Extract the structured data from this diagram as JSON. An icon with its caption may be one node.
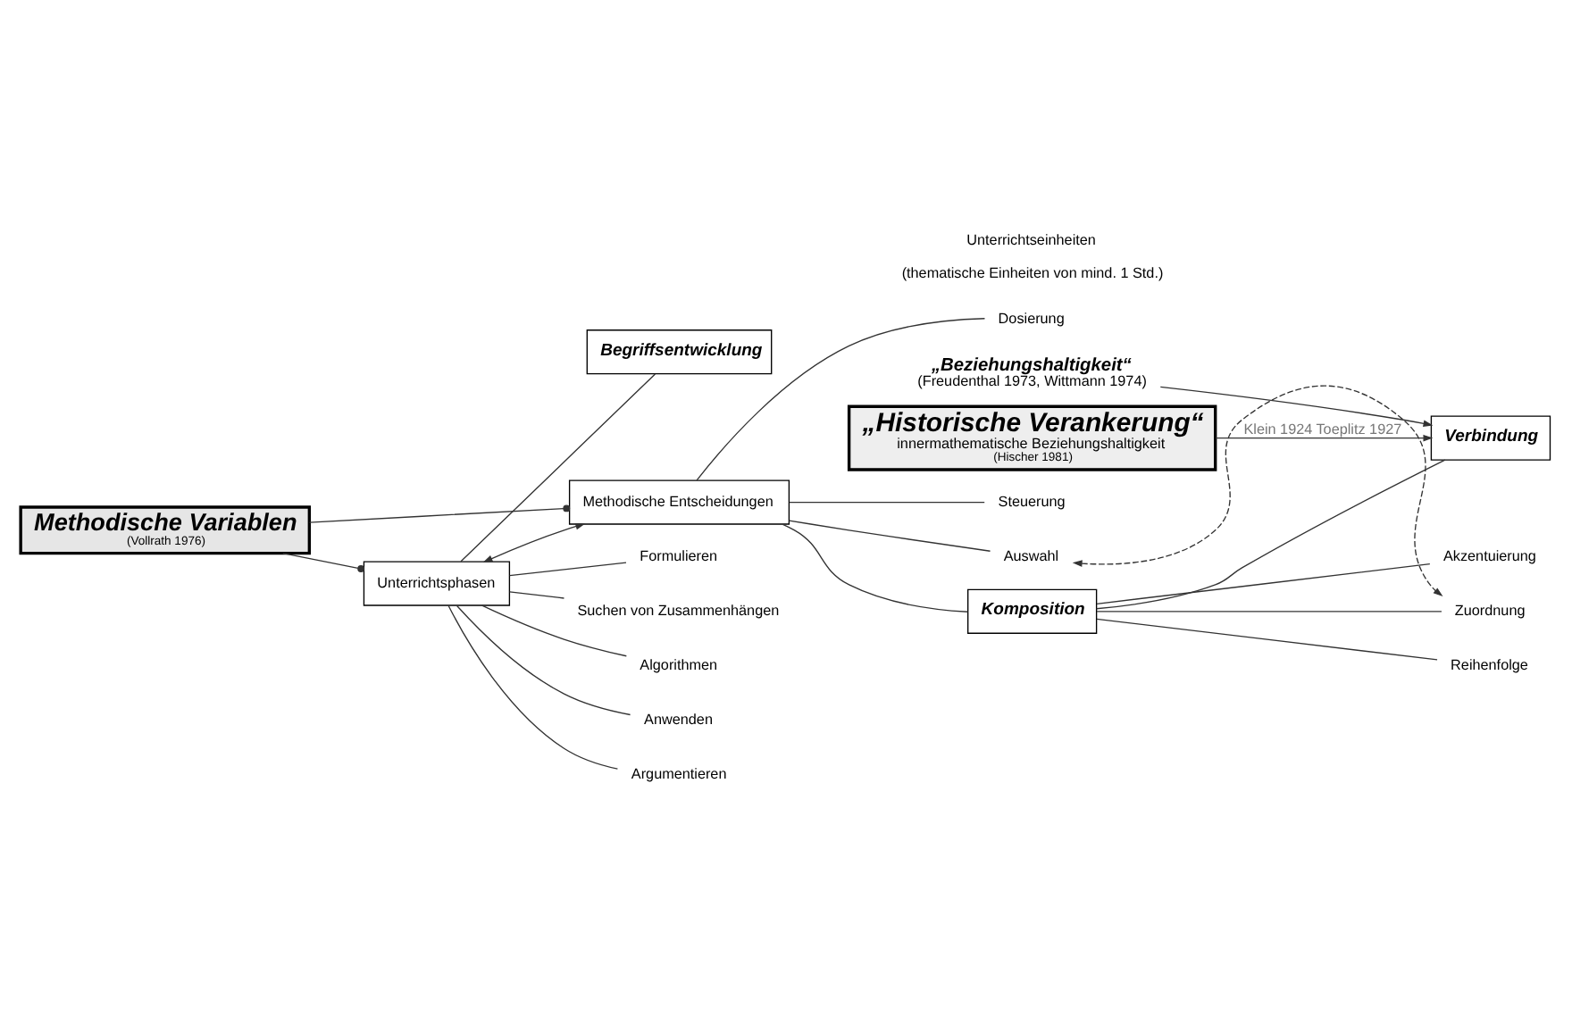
{
  "diagram": {
    "nodes": [
      {
        "text": [
          "Methodische Variablen",
          "(Vollrath 1976)"
        ]
      },
      {
        "text": [
          "Unterrichtsphasen"
        ]
      },
      {
        "text": [
          "Methodische Entscheidungen"
        ]
      },
      {
        "text": [
          "Algorithmen"
        ]
      },
      {
        "text": [
          "Anwenden"
        ]
      },
      {
        "text": [
          "Argumentieren"
        ]
      },
      {
        "text": [
          "Begriffsentwicklung"
        ]
      },
      {
        "text": [
          "Formulieren"
        ]
      },
      {
        "text": [
          "Suchen von Zusammenhängen"
        ]
      },
      {
        "text": [
          "Auswahl"
        ]
      },
      {
        "text": [
          "Dosierung"
        ]
      },
      {
        "text": [
          "Komposition"
        ]
      },
      {
        "text": [
          "Steuerung"
        ]
      },
      {
        "text": [
          "Zuordnung"
        ]
      },
      {
        "text": [
          "Reihenfolge"
        ]
      },
      {
        "text": [
          "Verbindung"
        ]
      },
      {
        "text": [
          "Akzentuierung"
        ]
      },
      {
        "text": [
          "„Beziehungshaltigkeit“",
          "(Freudenthal 1973, Wittmann 1974)"
        ]
      },
      {
        "text": [
          "„Historische Verankerung“",
          "innermathematische Beziehungshaltigkeit",
          "(Hischer 1981)"
        ]
      }
    ],
    "edges": [
      {
        "from": 0,
        "to": 1,
        "arrow": "other"
      },
      {
        "from": 0,
        "to": 2,
        "arrow": "other"
      },
      {
        "from": 1,
        "to": 2,
        "arrow": "both"
      },
      {
        "from": 1,
        "to": 3,
        "arrow": "none"
      },
      {
        "from": 1,
        "to": 4,
        "arrow": "none"
      },
      {
        "from": 1,
        "to": 5,
        "arrow": "none"
      },
      {
        "from": 1,
        "to": 6,
        "arrow": "none"
      },
      {
        "from": 1,
        "to": 7,
        "arrow": "none"
      },
      {
        "from": 1,
        "to": 8,
        "arrow": "none"
      },
      {
        "from": 2,
        "to": 9,
        "arrow": "none"
      },
      {
        "from": 2,
        "to": 10,
        "arrow": "none"
      },
      {
        "from": 2,
        "to": 11,
        "arrow": "none"
      },
      {
        "from": 2,
        "to": 12,
        "arrow": "none"
      },
      {
        "from": 11,
        "to": 13,
        "arrow": "none"
      },
      {
        "from": 11,
        "to": 14,
        "arrow": "none"
      },
      {
        "from": 11,
        "to": 15,
        "arrow": "none"
      },
      {
        "from": 11,
        "to": 16,
        "arrow": "none"
      },
      {
        "from": 9,
        "to": 13,
        "arrow": "both",
        "style": "dashed"
      },
      {
        "from": 17,
        "to": 15,
        "arrow": "to"
      },
      {
        "from": 18,
        "to": 15,
        "arrow": "to",
        "label": "Klein 1924 Toeplitz 1927"
      }
    ],
    "labels": [
      "Unterrichtseinheiten",
      "(thematische Einheiten von mind. 1 Std.)"
    ]
  }
}
